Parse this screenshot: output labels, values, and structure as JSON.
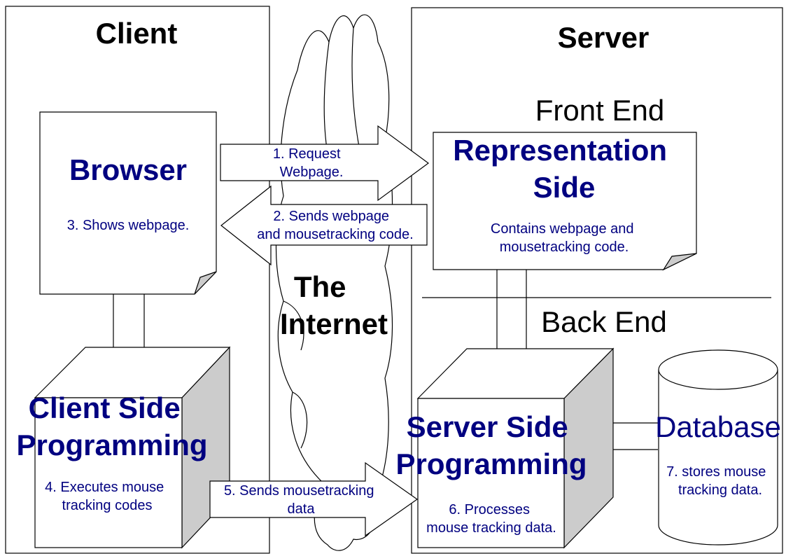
{
  "client": {
    "title": "Client",
    "browser": {
      "title": "Browser",
      "note": "3. Shows webpage."
    },
    "programming": {
      "title_lines": [
        "Client Side",
        "Programming"
      ],
      "note_lines": [
        "4. Executes mouse",
        "tracking codes"
      ]
    }
  },
  "internet": {
    "title_lines": [
      "The",
      "Internet"
    ]
  },
  "server": {
    "title": "Server",
    "front_end": "Front End",
    "back_end": "Back End",
    "representation": {
      "title_lines": [
        "Representation",
        "Side"
      ],
      "note_lines": [
        "Contains webpage and",
        "mousetracking code."
      ]
    },
    "programming": {
      "title_lines": [
        "Server Side",
        "Programming"
      ],
      "note_lines": [
        "6. Processes",
        "mouse tracking data."
      ]
    },
    "database": {
      "title": "Database",
      "note_lines": [
        "7. stores mouse",
        "tracking data."
      ]
    }
  },
  "arrows": {
    "request": [
      "1. Request",
      "Webpage."
    ],
    "send_webpage": [
      "2. Sends webpage",
      "and mousetracking code."
    ],
    "send_tracking": [
      "5. Sends mousetracking",
      "data"
    ]
  },
  "colors": {
    "accent_blue": "#000080",
    "cube_side": "#cccccc",
    "outline": "#000000"
  }
}
